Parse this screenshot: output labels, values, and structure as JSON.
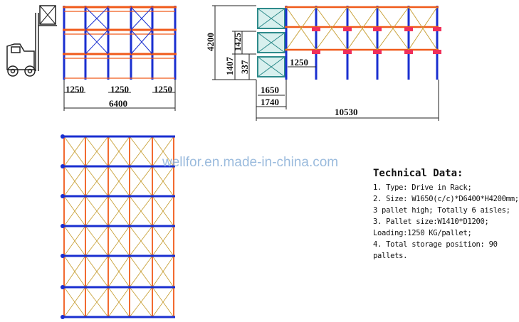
{
  "watermark": "wellfor.en.made-in-china.com",
  "dimensions": {
    "elevation_bay_1": "1250",
    "elevation_bay_2": "1250",
    "elevation_bay_3": "1250",
    "elevation_total": "6400",
    "side_height": "4200",
    "side_level_1": "1407",
    "side_level_2": "1425",
    "side_level_3": "337",
    "side_beam": "1250",
    "side_width_inner": "1650",
    "side_width_outer": "1740",
    "side_length": "10530"
  },
  "technical_data": {
    "title": "Technical Data:",
    "lines": [
      "1. Type: Drive in Rack;",
      "2. Size: W1650(c/c)*D6400*H4200mm;",
      "3 pallet high; Totally 6 aisles;",
      "3. Pallet size:W1410*D1200;",
      "Loading:1250 KG/pallet;",
      "4. Total storage position: 90",
      "pallets."
    ]
  },
  "colors": {
    "upright": "#1a2fd0",
    "beam": "#f05a1a",
    "brace": "#c9a23a",
    "pallet": "#2e8b8b",
    "highlight": "#f0305a",
    "line": "#222222"
  }
}
